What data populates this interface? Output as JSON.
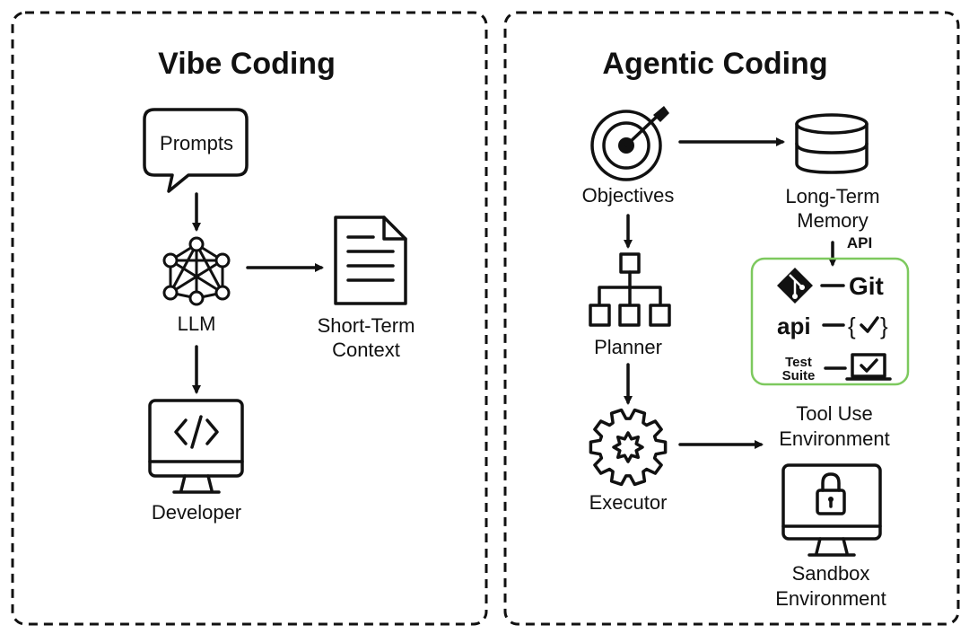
{
  "vibe": {
    "title": "Vibe Coding",
    "prompts": "Prompts",
    "llm": "LLM",
    "context_line1": "Short-Term",
    "context_line2": "Context",
    "developer": "Developer"
  },
  "agentic": {
    "title": "Agentic Coding",
    "objectives": "Objectives",
    "memory_line1": "Long-Term",
    "memory_line2": "Memory",
    "api_label": "API",
    "tools": {
      "git": "Git",
      "api": "api",
      "test_line1": "Test",
      "test_line2": "Suite",
      "border_color": "#7dc95e"
    },
    "planner": "Planner",
    "executor": "Executor",
    "tool_env_line1": "Tool Use",
    "tool_env_line2": "Environment",
    "sandbox_line1": "Sandbox",
    "sandbox_line2": "Environment"
  }
}
